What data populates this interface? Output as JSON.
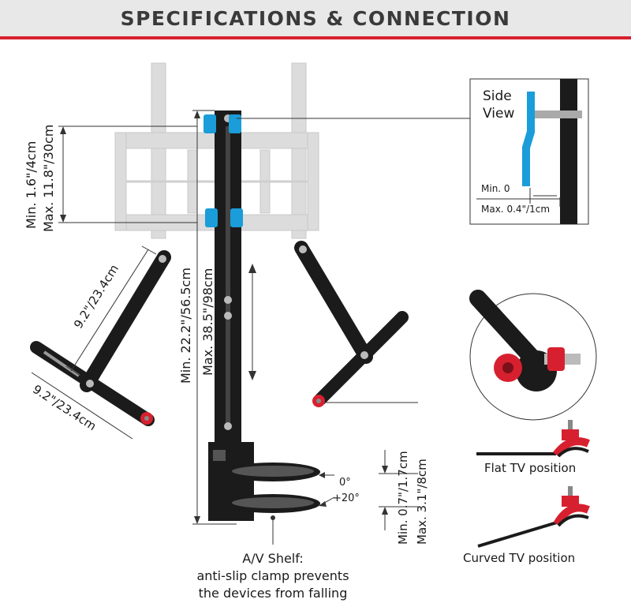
{
  "header": {
    "title": "SPECIFICATIONS & CONNECTION"
  },
  "side_view": {
    "title_line1": "Side",
    "title_line2": "View",
    "min_label": "Min. 0",
    "max_label": "Max. 0.4\"/1cm"
  },
  "dimensions": {
    "bracket_gap_min": "Min. 1.6\"/4cm",
    "bracket_gap_max": "Max. 11.8\"/30cm",
    "arm_length": "9.2\"/23.4cm",
    "shelf_arm_length": "9.2\"/23.4cm",
    "pole_min": "Min. 22.2\"/56.5cm",
    "pole_max": "Max. 38.5\"/98cm",
    "shelf_gap_min": "Min. 0.7\"/1.7cm",
    "shelf_gap_max": "Max. 3.1\"/8cm",
    "tilt_min": "0°",
    "tilt_max": "+20°"
  },
  "shelf_caption": {
    "line1": "A/V Shelf:",
    "line2": "anti-slip clamp prevents",
    "line3": "the devices from falling"
  },
  "positions": {
    "flat": "Flat TV position",
    "curved": "Curved TV position"
  },
  "colors": {
    "accent_red": "#d7202f",
    "bracket_blue": "#1a9dd9",
    "tv_mount_gray": "#dcdcdc",
    "metal_black": "#1b1b1b"
  }
}
